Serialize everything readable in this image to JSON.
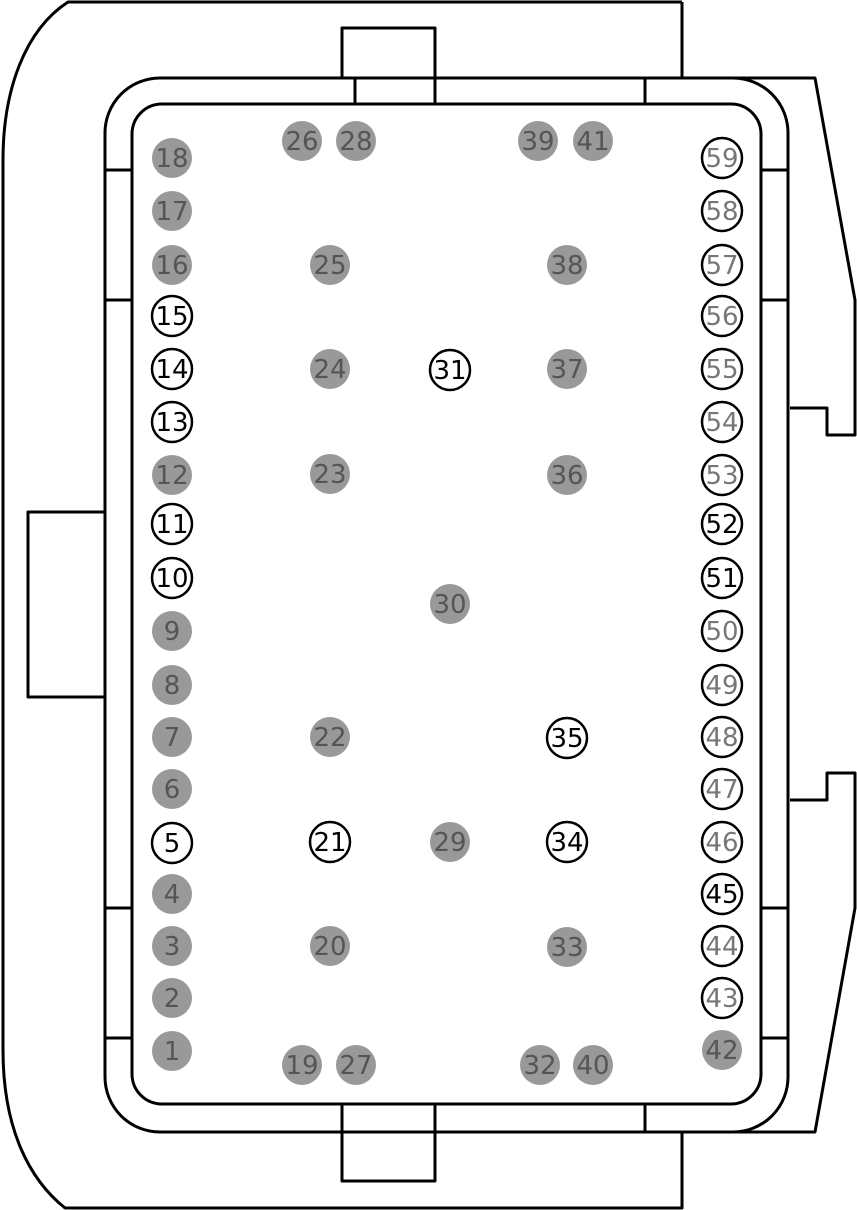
{
  "colors": {
    "line": "#000000",
    "populated_fill": "#999999",
    "populated_text": "#555555",
    "open_fill": "#ffffff",
    "open_text": "#000000",
    "open_gray_text": "#777777"
  },
  "pins": [
    {
      "id": "1",
      "state": "filled"
    },
    {
      "id": "2",
      "state": "filled"
    },
    {
      "id": "3",
      "state": "filled"
    },
    {
      "id": "4",
      "state": "filled"
    },
    {
      "id": "5",
      "state": "open"
    },
    {
      "id": "6",
      "state": "filled"
    },
    {
      "id": "7",
      "state": "filled"
    },
    {
      "id": "8",
      "state": "filled"
    },
    {
      "id": "9",
      "state": "filled"
    },
    {
      "id": "10",
      "state": "open"
    },
    {
      "id": "11",
      "state": "open"
    },
    {
      "id": "12",
      "state": "filled"
    },
    {
      "id": "13",
      "state": "open"
    },
    {
      "id": "14",
      "state": "open"
    },
    {
      "id": "15",
      "state": "open"
    },
    {
      "id": "16",
      "state": "filled"
    },
    {
      "id": "17",
      "state": "filled"
    },
    {
      "id": "18",
      "state": "filled"
    },
    {
      "id": "19",
      "state": "filled"
    },
    {
      "id": "20",
      "state": "filled"
    },
    {
      "id": "21",
      "state": "open"
    },
    {
      "id": "22",
      "state": "filled"
    },
    {
      "id": "23",
      "state": "filled"
    },
    {
      "id": "24",
      "state": "filled"
    },
    {
      "id": "25",
      "state": "filled"
    },
    {
      "id": "26",
      "state": "filled"
    },
    {
      "id": "27",
      "state": "filled"
    },
    {
      "id": "28",
      "state": "filled"
    },
    {
      "id": "29",
      "state": "filled"
    },
    {
      "id": "30",
      "state": "filled"
    },
    {
      "id": "31",
      "state": "open"
    },
    {
      "id": "32",
      "state": "filled"
    },
    {
      "id": "33",
      "state": "filled"
    },
    {
      "id": "34",
      "state": "open"
    },
    {
      "id": "35",
      "state": "open"
    },
    {
      "id": "36",
      "state": "filled"
    },
    {
      "id": "37",
      "state": "filled"
    },
    {
      "id": "38",
      "state": "filled"
    },
    {
      "id": "39",
      "state": "filled"
    },
    {
      "id": "40",
      "state": "filled"
    },
    {
      "id": "41",
      "state": "filled"
    },
    {
      "id": "42",
      "state": "filled"
    },
    {
      "id": "43",
      "state": "open-gray"
    },
    {
      "id": "44",
      "state": "open-gray"
    },
    {
      "id": "45",
      "state": "open"
    },
    {
      "id": "46",
      "state": "open-gray"
    },
    {
      "id": "47",
      "state": "open-gray"
    },
    {
      "id": "48",
      "state": "open-gray"
    },
    {
      "id": "49",
      "state": "open-gray"
    },
    {
      "id": "50",
      "state": "open-gray"
    },
    {
      "id": "51",
      "state": "open"
    },
    {
      "id": "52",
      "state": "open"
    },
    {
      "id": "53",
      "state": "open-gray"
    },
    {
      "id": "54",
      "state": "open-gray"
    },
    {
      "id": "55",
      "state": "open-gray"
    },
    {
      "id": "56",
      "state": "open-gray"
    },
    {
      "id": "57",
      "state": "open-gray"
    },
    {
      "id": "58",
      "state": "open-gray"
    },
    {
      "id": "59",
      "state": "open-gray"
    }
  ]
}
